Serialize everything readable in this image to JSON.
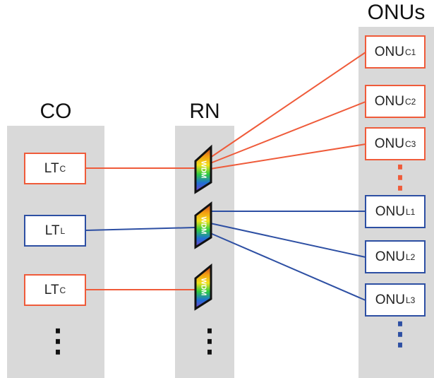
{
  "colors": {
    "red": "#ef5b3a",
    "blue": "#2d4fa3",
    "panel": "#d9d9d9",
    "black": "#111111"
  },
  "columns": {
    "co": {
      "title": "CO"
    },
    "rn": {
      "title": "RN"
    },
    "onus": {
      "title": "ONUs"
    }
  },
  "co_boxes": [
    {
      "main": "LT",
      "sub": "C",
      "color": "red"
    },
    {
      "main": "LT",
      "sub": "L",
      "color": "blue"
    },
    {
      "main": "LT",
      "sub": "C",
      "color": "red"
    }
  ],
  "onu_boxes": [
    {
      "main": "ONU",
      "sub": "C1",
      "color": "red"
    },
    {
      "main": "ONU",
      "sub": "C2",
      "color": "red"
    },
    {
      "main": "ONU",
      "sub": "C3",
      "color": "red"
    },
    {
      "main": "ONU",
      "sub": "L1",
      "color": "blue"
    },
    {
      "main": "ONU",
      "sub": "L2",
      "color": "blue"
    },
    {
      "main": "ONU",
      "sub": "L3",
      "color": "blue"
    }
  ],
  "wdm_label": "WDM",
  "ellipsis": "⋮"
}
